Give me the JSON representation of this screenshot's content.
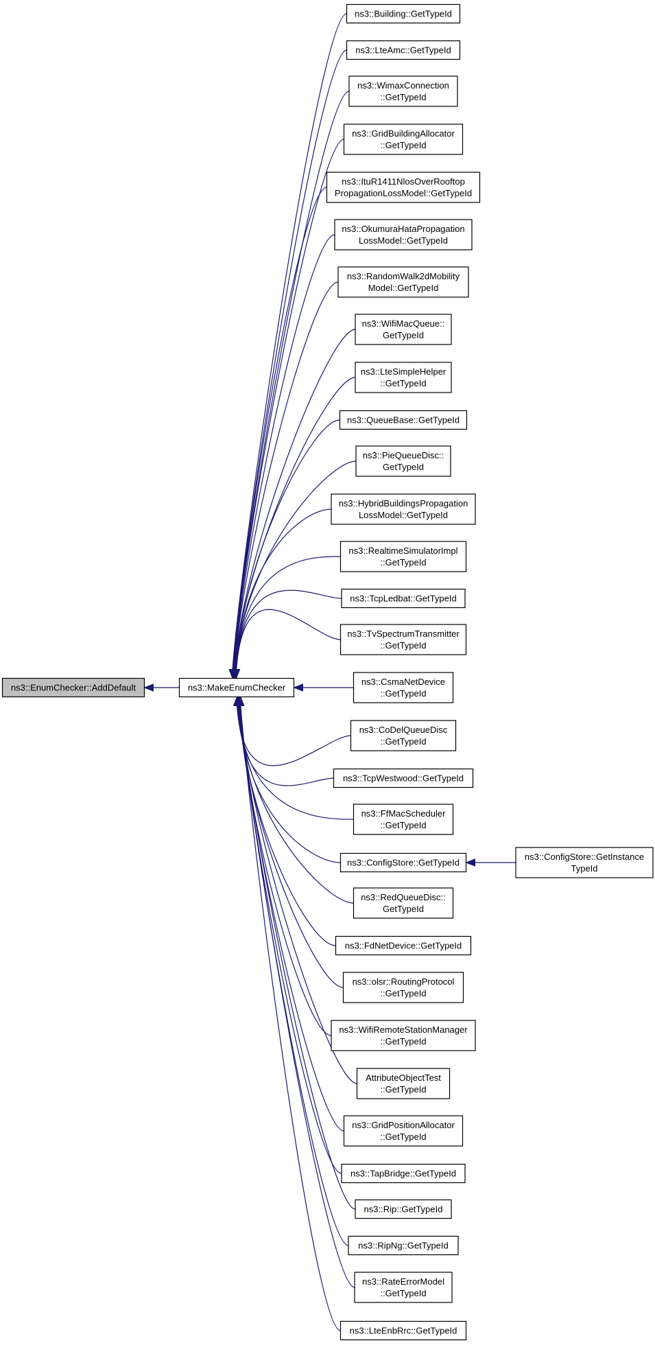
{
  "graph": {
    "root": {
      "id": "n0",
      "lines": [
        "ns3::EnumChecker::AddDefault"
      ]
    },
    "hub": {
      "id": "n1",
      "lines": [
        "ns3::MakeEnumChecker"
      ]
    },
    "callers": [
      {
        "id": "c0",
        "lines": [
          "ns3::Building::GetTypeId"
        ]
      },
      {
        "id": "c1",
        "lines": [
          "ns3::LteAmc::GetTypeId"
        ]
      },
      {
        "id": "c2",
        "lines": [
          "ns3::WimaxConnection",
          "::GetTypeId"
        ]
      },
      {
        "id": "c3",
        "lines": [
          "ns3::GridBuildingAllocator",
          "::GetTypeId"
        ]
      },
      {
        "id": "c4",
        "lines": [
          "ns3::ItuR1411NlosOverRooftop",
          "PropagationLossModel::GetTypeId"
        ]
      },
      {
        "id": "c5",
        "lines": [
          "ns3::OkumuraHataPropagation",
          "LossModel::GetTypeId"
        ]
      },
      {
        "id": "c6",
        "lines": [
          "ns3::RandomWalk2dMobility",
          "Model::GetTypeId"
        ]
      },
      {
        "id": "c7",
        "lines": [
          "ns3::WifiMacQueue::",
          "GetTypeId"
        ]
      },
      {
        "id": "c8",
        "lines": [
          "ns3::LteSimpleHelper",
          "::GetTypeId"
        ]
      },
      {
        "id": "c9",
        "lines": [
          "ns3::QueueBase::GetTypeId"
        ]
      },
      {
        "id": "c10",
        "lines": [
          "ns3::PieQueueDisc::",
          "GetTypeId"
        ]
      },
      {
        "id": "c11",
        "lines": [
          "ns3::HybridBuildingsPropagation",
          "LossModel::GetTypeId"
        ]
      },
      {
        "id": "c12",
        "lines": [
          "ns3::RealtimeSimulatorImpl",
          "::GetTypeId"
        ]
      },
      {
        "id": "c13",
        "lines": [
          "ns3::TcpLedbat::GetTypeId"
        ]
      },
      {
        "id": "c14",
        "lines": [
          "ns3::TvSpectrumTransmitter",
          "::GetTypeId"
        ]
      },
      {
        "id": "c15",
        "lines": [
          "ns3::CsmaNetDevice",
          "::GetTypeId"
        ]
      },
      {
        "id": "c16",
        "lines": [
          "ns3::CoDelQueueDisc",
          "::GetTypeId"
        ]
      },
      {
        "id": "c17",
        "lines": [
          "ns3::TcpWestwood::GetTypeId"
        ]
      },
      {
        "id": "c18",
        "lines": [
          "ns3::FfMacScheduler",
          "::GetTypeId"
        ]
      },
      {
        "id": "c19",
        "lines": [
          "ns3::ConfigStore::GetTypeId"
        ]
      },
      {
        "id": "c20",
        "lines": [
          "ns3::RedQueueDisc::",
          "GetTypeId"
        ]
      },
      {
        "id": "c21",
        "lines": [
          "ns3::FdNetDevice::GetTypeId"
        ]
      },
      {
        "id": "c22",
        "lines": [
          "ns3::olsr::RoutingProtocol",
          "::GetTypeId"
        ]
      },
      {
        "id": "c23",
        "lines": [
          "ns3::WifiRemoteStationManager",
          "::GetTypeId"
        ]
      },
      {
        "id": "c24",
        "lines": [
          "AttributeObjectTest",
          "::GetTypeId"
        ]
      },
      {
        "id": "c25",
        "lines": [
          "ns3::GridPositionAllocator",
          "::GetTypeId"
        ]
      },
      {
        "id": "c26",
        "lines": [
          "ns3::TapBridge::GetTypeId"
        ]
      },
      {
        "id": "c27",
        "lines": [
          "ns3::Rip::GetTypeId"
        ]
      },
      {
        "id": "c28",
        "lines": [
          "ns3::RipNg::GetTypeId"
        ]
      },
      {
        "id": "c29",
        "lines": [
          "ns3::RateErrorModel",
          "::GetTypeId"
        ]
      },
      {
        "id": "c30",
        "lines": [
          "ns3::LteEnbRrc::GetTypeId"
        ]
      }
    ],
    "extra": {
      "id": "x0",
      "lines": [
        "ns3::ConfigStore::GetInstance",
        "TypeId"
      ]
    },
    "edges": [
      {
        "from": "n1",
        "to": "n0"
      },
      {
        "from": "c0",
        "to": "n1"
      },
      {
        "from": "c1",
        "to": "n1"
      },
      {
        "from": "c2",
        "to": "n1"
      },
      {
        "from": "c3",
        "to": "n1"
      },
      {
        "from": "c4",
        "to": "n1"
      },
      {
        "from": "c5",
        "to": "n1"
      },
      {
        "from": "c6",
        "to": "n1"
      },
      {
        "from": "c7",
        "to": "n1"
      },
      {
        "from": "c8",
        "to": "n1"
      },
      {
        "from": "c9",
        "to": "n1"
      },
      {
        "from": "c10",
        "to": "n1"
      },
      {
        "from": "c11",
        "to": "n1"
      },
      {
        "from": "c12",
        "to": "n1"
      },
      {
        "from": "c13",
        "to": "n1"
      },
      {
        "from": "c14",
        "to": "n1"
      },
      {
        "from": "c15",
        "to": "n1"
      },
      {
        "from": "c16",
        "to": "n1"
      },
      {
        "from": "c17",
        "to": "n1"
      },
      {
        "from": "c18",
        "to": "n1"
      },
      {
        "from": "c19",
        "to": "n1"
      },
      {
        "from": "c20",
        "to": "n1"
      },
      {
        "from": "c21",
        "to": "n1"
      },
      {
        "from": "c22",
        "to": "n1"
      },
      {
        "from": "c23",
        "to": "n1"
      },
      {
        "from": "c24",
        "to": "n1"
      },
      {
        "from": "c25",
        "to": "n1"
      },
      {
        "from": "c26",
        "to": "n1"
      },
      {
        "from": "c27",
        "to": "n1"
      },
      {
        "from": "c28",
        "to": "n1"
      },
      {
        "from": "c29",
        "to": "n1"
      },
      {
        "from": "c30",
        "to": "n1"
      },
      {
        "from": "x0",
        "to": "c19"
      }
    ],
    "colors": {
      "edge": "#191970",
      "root_fill": "#bfbfbf",
      "node_fill": "#ffffff",
      "border": "#000000"
    }
  }
}
